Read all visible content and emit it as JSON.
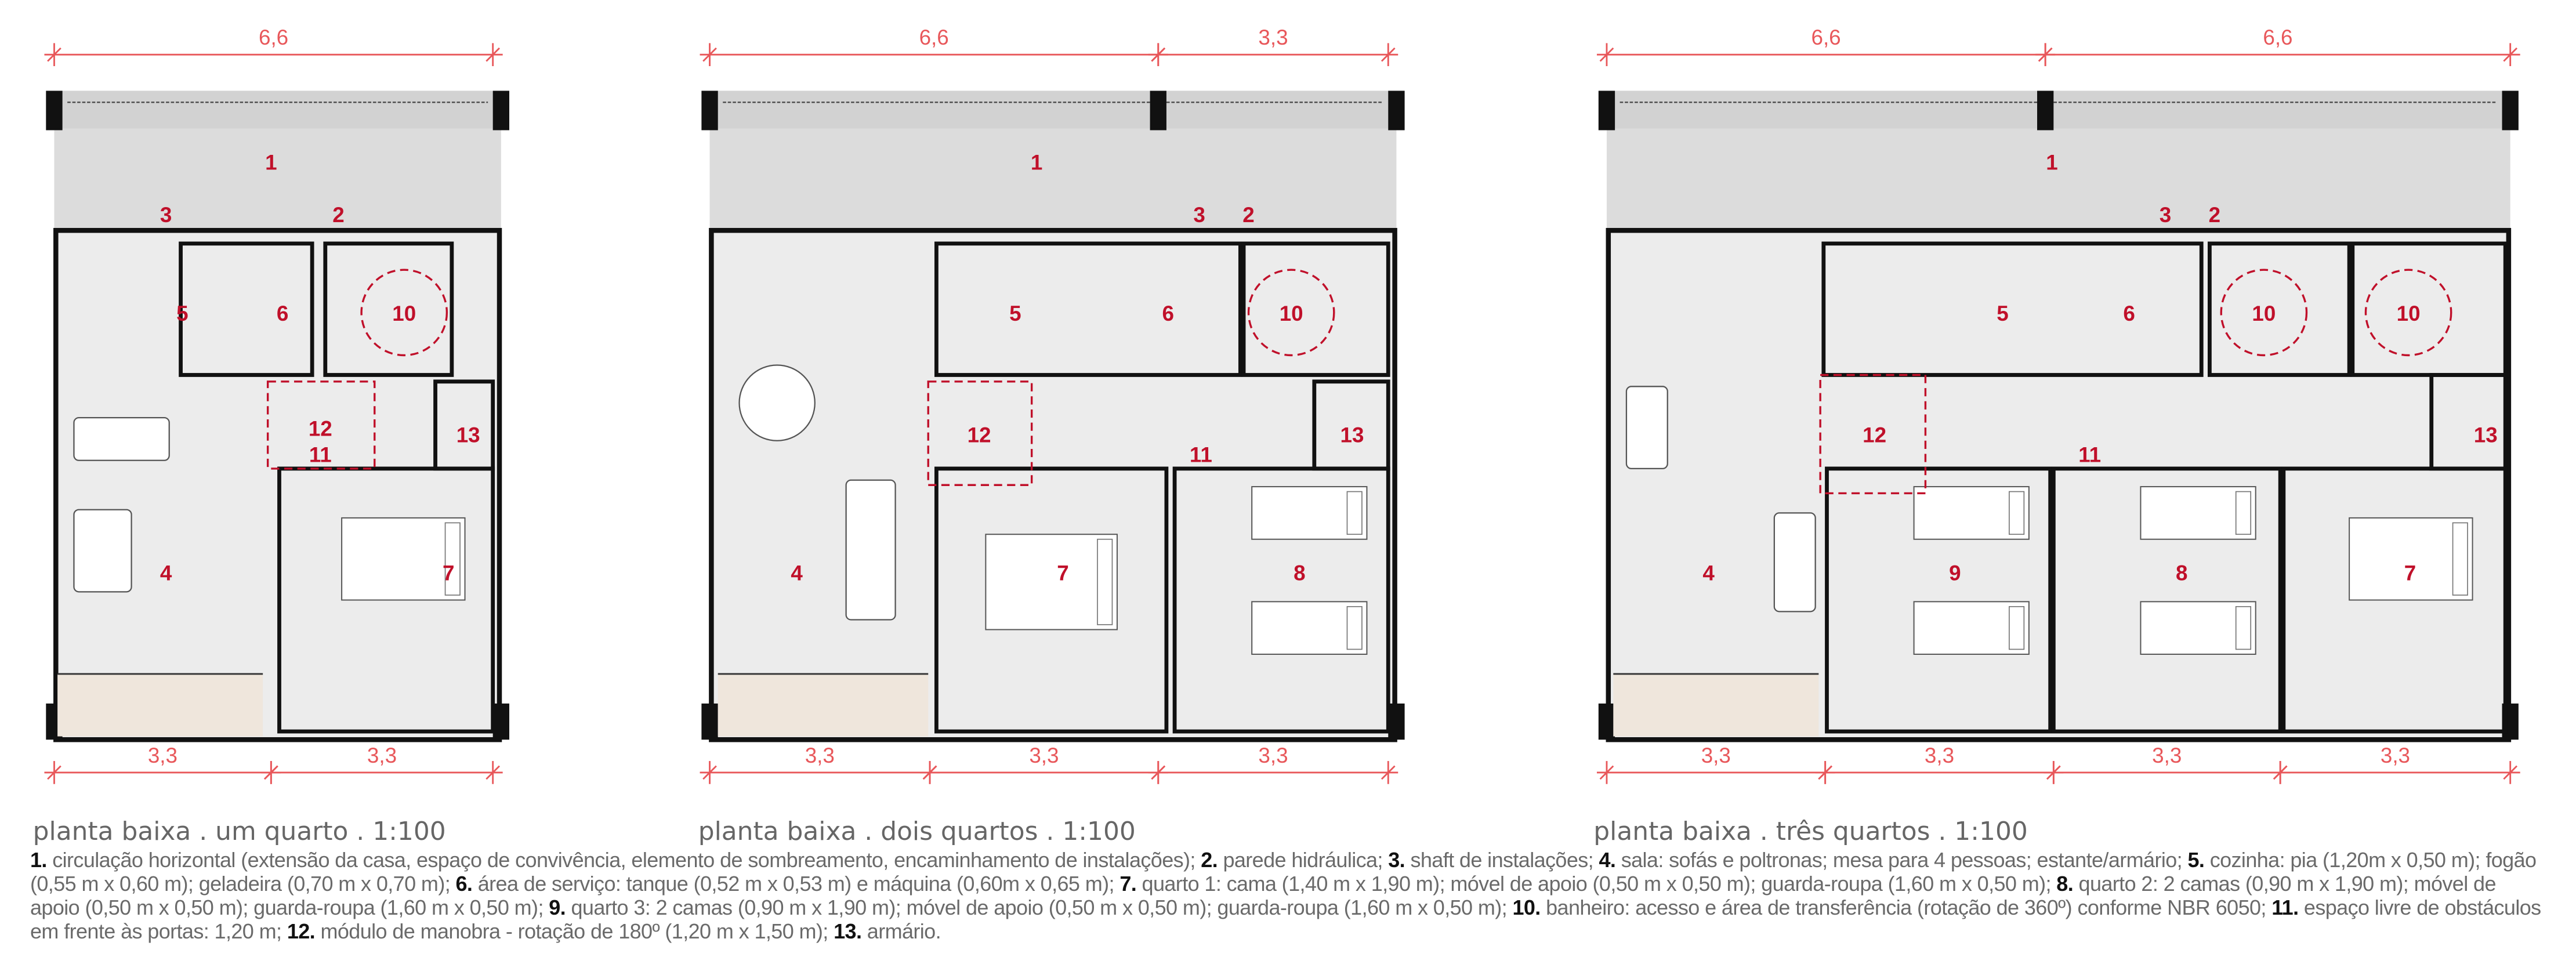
{
  "plans": [
    {
      "title": "planta baixa . um quarto . 1:100",
      "top_dims": [
        "6,6"
      ],
      "bottom_dims": [
        "3,3",
        "3,3"
      ],
      "rooms": [
        "1",
        "3",
        "2",
        "5",
        "6",
        "10",
        "12",
        "11",
        "13",
        "4",
        "7"
      ]
    },
    {
      "title": "planta baixa . dois quartos . 1:100",
      "top_dims": [
        "6,6",
        "3,3"
      ],
      "bottom_dims": [
        "3,3",
        "3,3",
        "3,3"
      ],
      "rooms": [
        "1",
        "3",
        "2",
        "5",
        "6",
        "10",
        "12",
        "11",
        "13",
        "4",
        "7",
        "8"
      ]
    },
    {
      "title": "planta baixa . três quartos . 1:100",
      "top_dims": [
        "6,6",
        "6,6"
      ],
      "bottom_dims": [
        "3,3",
        "3,3",
        "3,3",
        "3,3"
      ],
      "rooms": [
        "1",
        "3",
        "2",
        "5",
        "6",
        "10",
        "10",
        "12",
        "11",
        "13",
        "4",
        "9",
        "8",
        "7"
      ]
    }
  ],
  "legend": [
    {
      "num": "1.",
      "text": " circulação horizontal (extensão da casa, espaço de convivência, elemento de sombreamento, encaminhamento de instalações); "
    },
    {
      "num": "2.",
      "text": " parede hidráulica; "
    },
    {
      "num": "3.",
      "text": " shaft de instalações; "
    },
    {
      "num": "4.",
      "text": " sala: sofás e poltronas; mesa para 4 pessoas; estante/armário; "
    },
    {
      "num": "5.",
      "text": " cozinha: pia (1,20m x 0,50 m); fogão (0,55 m x 0,60 m); geladeira (0,70 m x 0,70 m); "
    },
    {
      "num": "6.",
      "text": " área de serviço: tanque (0,52 m x 0,53 m) e máquina (0,60m x 0,65 m); "
    },
    {
      "num": "7.",
      "text": " quarto 1: cama (1,40 m x 1,90 m); móvel de apoio (0,50 m x 0,50 m); guarda-roupa (1,60 m x 0,50 m); "
    },
    {
      "num": "8.",
      "text": " quarto 2: 2 camas (0,90 m x 1,90 m); móvel de apoio (0,50 m x 0,50 m); guarda-roupa (1,60 m x 0,50 m); "
    },
    {
      "num": "9.",
      "text": " quarto 3: 2 camas (0,90 m x 1,90 m); móvel de apoio (0,50 m x 0,50 m); guarda-roupa (1,60 m x 0,50 m); "
    },
    {
      "num": "10.",
      "text": " banheiro: acesso e área de transferência (rotação de 360º) conforme NBR 6050; "
    },
    {
      "num": "11.",
      "text": " espaço livre de obstáculos em frente às portas: 1,20 m; "
    },
    {
      "num": "12.",
      "text": " módulo de manobra - rotação de 180º (1,20 m x 1,50 m); "
    },
    {
      "num": "13.",
      "text": " armário."
    }
  ],
  "colors": {
    "dimension": "#e8575a",
    "room_label": "#c0102a",
    "wall": "#111111",
    "floor": "#ececec",
    "corridor": "#dcdcdc",
    "balcony": "#efe6dc"
  }
}
